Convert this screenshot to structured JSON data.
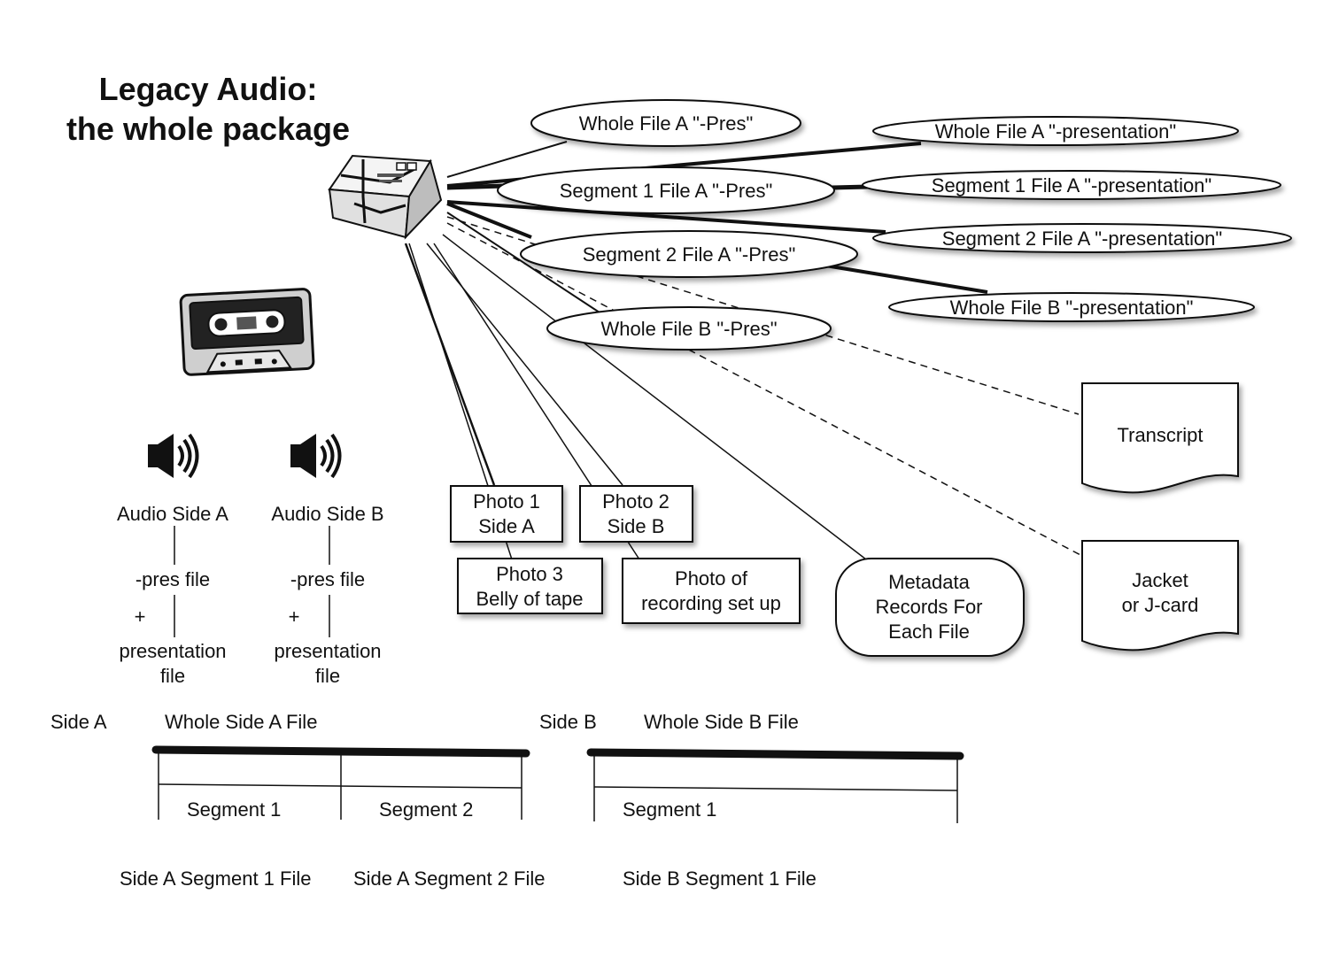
{
  "title": {
    "line1": "Legacy Audio:",
    "line2": "the whole package"
  },
  "package_icon": "wrapped-package-icon",
  "cassette_icon": "cassette-tape-icon",
  "pres_files": {
    "whole_a": "Whole File A \"-Pres\"",
    "seg1_a": "Segment 1 File A \"-Pres\"",
    "seg2_a": "Segment 2 File A \"-Pres\"",
    "whole_b": "Whole File B \"-Pres\""
  },
  "presentation_files": {
    "whole_a": "Whole File A \"-presentation\"",
    "seg1_a": "Segment 1 File A \"-presentation\"",
    "seg2_a": "Segment 2 File A \"-presentation\"",
    "whole_b": "Whole File B \"-presentation\""
  },
  "photos": {
    "photo1": [
      "Photo 1",
      "Side A"
    ],
    "photo2": [
      "Photo 2",
      "Side B"
    ],
    "photo3": [
      "Photo 3",
      "Belly of tape"
    ],
    "photo_setup": [
      "Photo of",
      "recording set up"
    ]
  },
  "metadata": [
    "Metadata",
    "Records For",
    "Each File"
  ],
  "documents": {
    "transcript": "Transcript",
    "jacket": [
      "Jacket",
      "or J-card"
    ]
  },
  "audio_sides": [
    {
      "icon": "speaker-icon",
      "label": "Audio Side A",
      "pres": "-pres file",
      "plus": "+",
      "presentation": [
        "presentation",
        "file"
      ]
    },
    {
      "icon": "speaker-icon",
      "label": "Audio Side B",
      "pres": "-pres file",
      "plus": "+",
      "presentation": [
        "presentation",
        "file"
      ]
    }
  ],
  "timeline": {
    "side_a": {
      "label": "Side A",
      "whole": "Whole Side A File",
      "segments": [
        "Segment 1",
        "Segment 2"
      ],
      "segment_files": [
        "Side A Segment 1 File",
        "Side A Segment 2 File"
      ]
    },
    "side_b": {
      "label": "Side B",
      "whole": "Whole Side B File",
      "segments": [
        "Segment 1"
      ],
      "segment_files": [
        "Side B Segment 1 File"
      ]
    }
  }
}
